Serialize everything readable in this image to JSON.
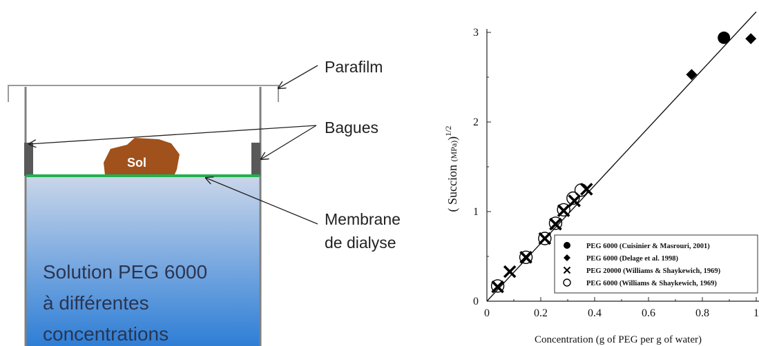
{
  "diagram": {
    "labels": {
      "parafilm": "Parafilm",
      "bagues": "Bagues",
      "membrane_line1": "Membrane",
      "membrane_line2": "de dialyse",
      "sol": "Sol",
      "solution_line1": "Solution PEG 6000",
      "solution_line2": "à différentes",
      "solution_line3": "concentrations"
    },
    "colors": {
      "soil": "#a0511c",
      "membrane": "#22b14c",
      "rings": "#595959",
      "solution_top": "#c9d6ea",
      "solution_bottom": "#2e7ed6"
    }
  },
  "chart_data": {
    "type": "scatter",
    "xlabel": "Concentration (g of PEG per g of water)",
    "ylabel_main": "( Succion ",
    "ylabel_unit": "(MPa)",
    "ylabel_close": ")",
    "ylabel_exp": "1/2",
    "xlim": [
      0,
      1
    ],
    "ylim": [
      0,
      3
    ],
    "x_ticks": [
      "0",
      "0.2",
      "0.4",
      "0.6",
      "0.8",
      "1"
    ],
    "y_ticks": [
      "0",
      "1",
      "2",
      "3"
    ],
    "legend_position": "bottom-right",
    "fit_line": {
      "x": [
        0,
        1.0
      ],
      "y": [
        0,
        3.23
      ]
    },
    "series": [
      {
        "name": "PEG 6000 (Cuisinier & Masrouri, 2001)",
        "marker": "filled-circle",
        "points": [
          {
            "x": 0.88,
            "y": 2.94
          }
        ]
      },
      {
        "name": "PEG 6000 (Delage et al. 1998)",
        "marker": "filled-diamond",
        "points": [
          {
            "x": 0.76,
            "y": 2.53
          },
          {
            "x": 0.98,
            "y": 2.93
          }
        ]
      },
      {
        "name": "PEG 20000 (Williams & Shaykewich, 1969)",
        "marker": "cross",
        "points": [
          {
            "x": 0.04,
            "y": 0.16
          },
          {
            "x": 0.085,
            "y": 0.33
          },
          {
            "x": 0.145,
            "y": 0.49
          },
          {
            "x": 0.215,
            "y": 0.7
          },
          {
            "x": 0.255,
            "y": 0.86
          },
          {
            "x": 0.285,
            "y": 1.01
          },
          {
            "x": 0.325,
            "y": 1.12
          },
          {
            "x": 0.37,
            "y": 1.25
          }
        ]
      },
      {
        "name": "PEG 6000 (Williams & Shaykewich, 1969)",
        "marker": "open-circle",
        "points": [
          {
            "x": 0.04,
            "y": 0.17
          },
          {
            "x": 0.145,
            "y": 0.49
          },
          {
            "x": 0.215,
            "y": 0.7
          },
          {
            "x": 0.255,
            "y": 0.87
          },
          {
            "x": 0.285,
            "y": 1.02
          },
          {
            "x": 0.32,
            "y": 1.15
          },
          {
            "x": 0.35,
            "y": 1.24
          }
        ]
      }
    ]
  }
}
